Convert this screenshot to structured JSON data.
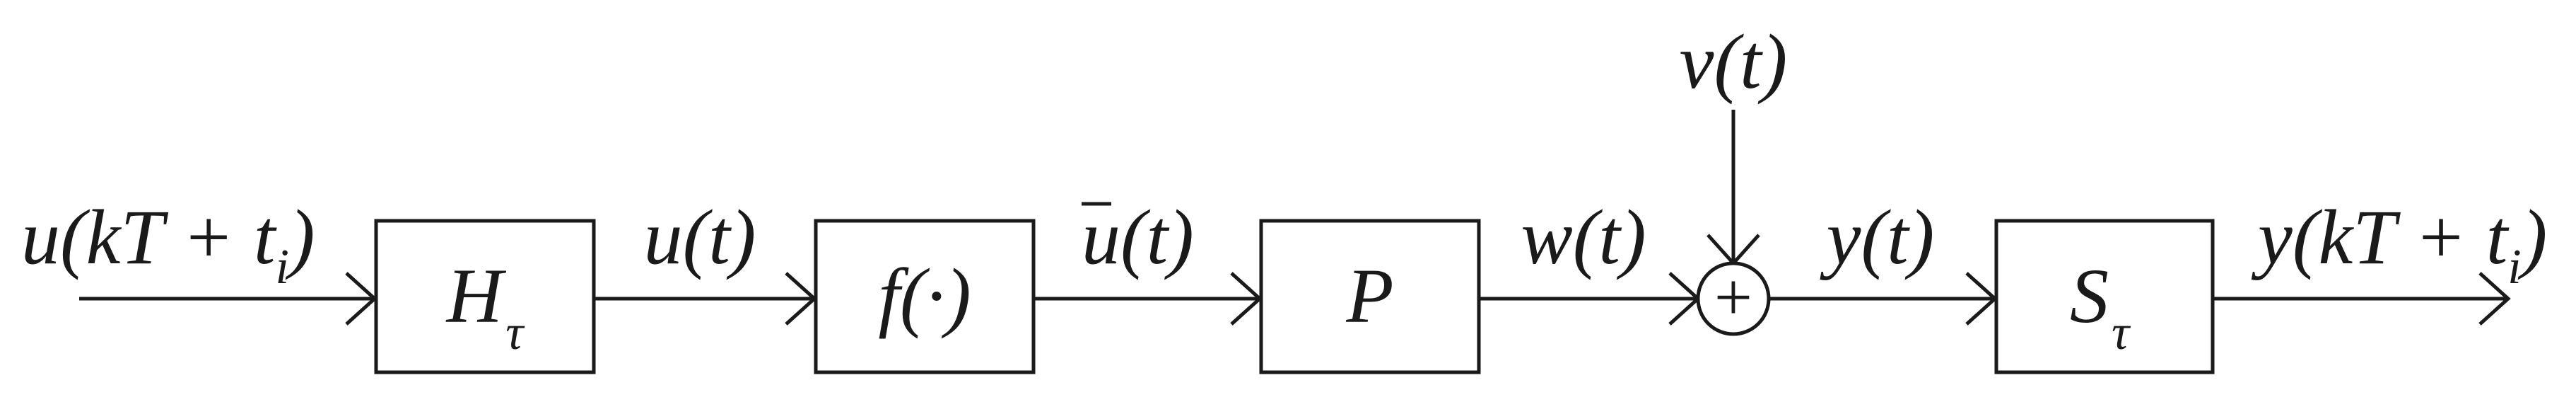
{
  "signals": {
    "input": {
      "pre": "u(kT + t",
      "sub": "i",
      "post": ")"
    },
    "u_t": "u(t)",
    "ubar": {
      "bar": "u",
      "rest": "(t)"
    },
    "w_t": "w(t)",
    "v_t": "v(t)",
    "y_t": "y(t)",
    "output": {
      "pre": "y(kT + t",
      "sub": "i",
      "post": ")"
    }
  },
  "blocks": {
    "hold": {
      "main": "H",
      "sub": "τ"
    },
    "nonlinearity": "f(·)",
    "plant": "P",
    "sampler": {
      "main": "S",
      "sub": "τ"
    }
  },
  "summing_junction": {
    "symbol": "+"
  }
}
